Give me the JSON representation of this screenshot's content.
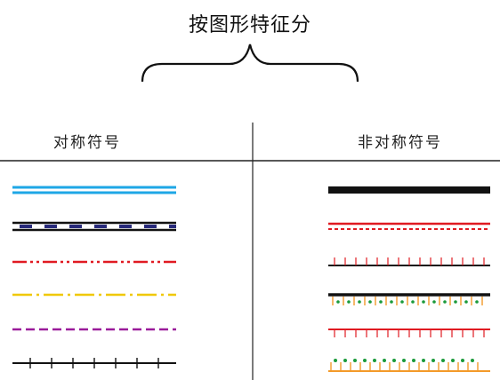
{
  "title": "按图形特征分",
  "columns": {
    "left": {
      "header": "对称符号"
    },
    "right": {
      "header": "非对称符号"
    }
  },
  "colors": {
    "cyan": "#1ea7e6",
    "red": "#e01a22",
    "yellow": "#f0c800",
    "purple": "#9a1a9a",
    "black": "#111111",
    "navy": "#27297a",
    "orange": "#f39a2a",
    "green": "#1a9a3a"
  },
  "symbols": {
    "left": [
      "cyan-double-line",
      "black-double-line-navy-dashes",
      "red-dash-dot-dot-line",
      "yellow-dash-dot-line",
      "purple-dashed-line",
      "black-line-crossing-ticks"
    ],
    "right": [
      "black-thick-line",
      "red-solid-over-dotted-line",
      "black-line-red-upward-ticks",
      "black-line-orange-ticks-green-dots",
      "red-line-downward-ticks",
      "orange-brackets-green-dots"
    ]
  }
}
